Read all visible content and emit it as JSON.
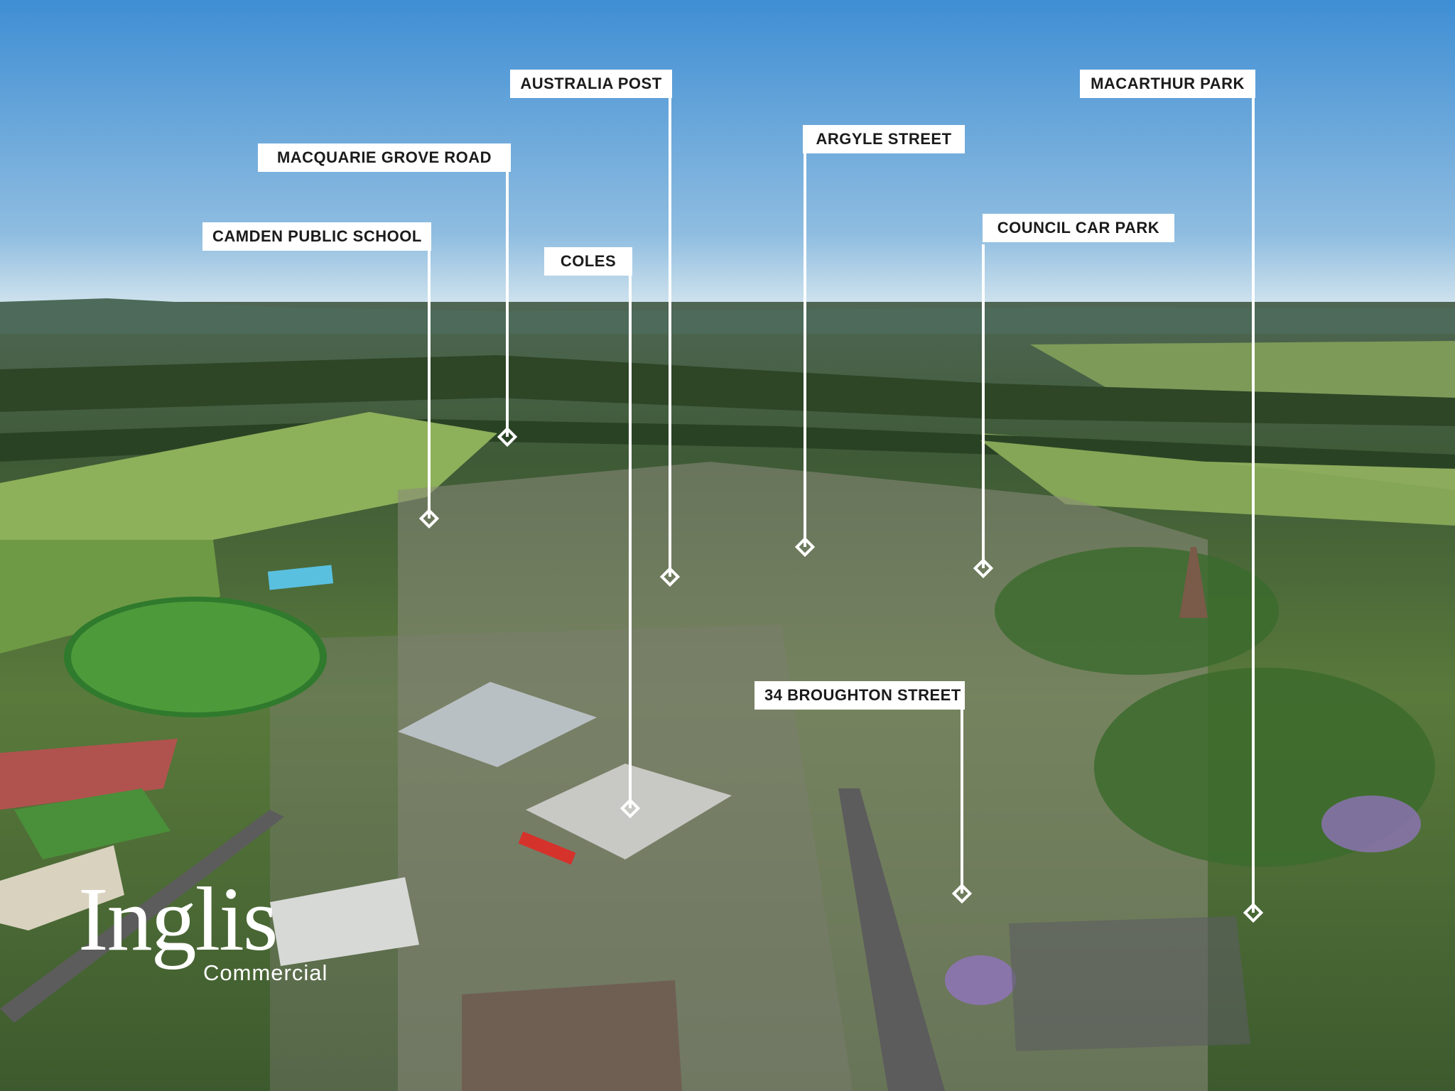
{
  "labels": [
    {
      "id": "camden-public-school",
      "text": "CAMDEN PUBLIC SCHOOL"
    },
    {
      "id": "macquarie-grove-road",
      "text": "MACQUARIE GROVE ROAD"
    },
    {
      "id": "australia-post",
      "text": "AUSTRALIA POST"
    },
    {
      "id": "coles",
      "text": "COLES"
    },
    {
      "id": "argyle-street",
      "text": "ARGYLE STREET"
    },
    {
      "id": "council-car-park",
      "text": "COUNCIL CAR PARK"
    },
    {
      "id": "macarthur-park",
      "text": "MACARTHUR PARK"
    },
    {
      "id": "broughton-street",
      "text": "34 BROUGHTON STREET"
    }
  ],
  "branding": {
    "main": "Inglis",
    "sub": "Commercial"
  },
  "colors": {
    "sky_top": "#3f8ed4",
    "sky_horizon": "#d7e7ef",
    "label_bg": "#ffffff",
    "label_text": "#1b1b1b"
  }
}
